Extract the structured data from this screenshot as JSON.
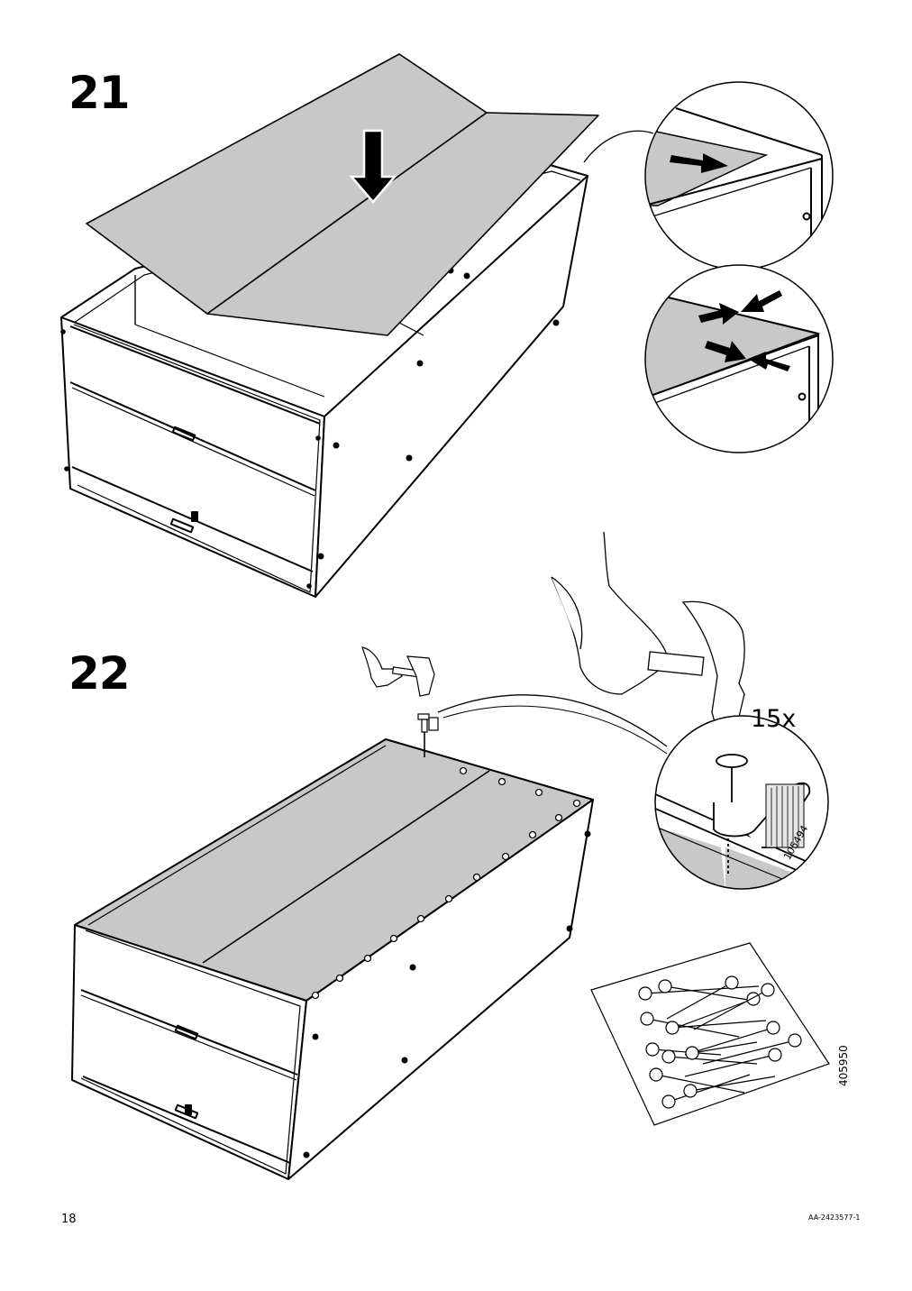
{
  "steps": [
    {
      "number": "21"
    },
    {
      "number": "22",
      "quantity": "15x",
      "part_number": "105494",
      "bag_code": "405950"
    }
  ],
  "footer": {
    "page_number": "18",
    "document_code": "AA-2423577-1"
  },
  "colors": {
    "panel_fill": "#c8c8c8",
    "line": "#000000",
    "background": "#ffffff"
  },
  "icons": [
    "down-arrow-icon",
    "push-arrow-icon",
    "squeeze-arrows-icon",
    "hammer-icon",
    "nail-icon",
    "nail-bag-icon"
  ]
}
